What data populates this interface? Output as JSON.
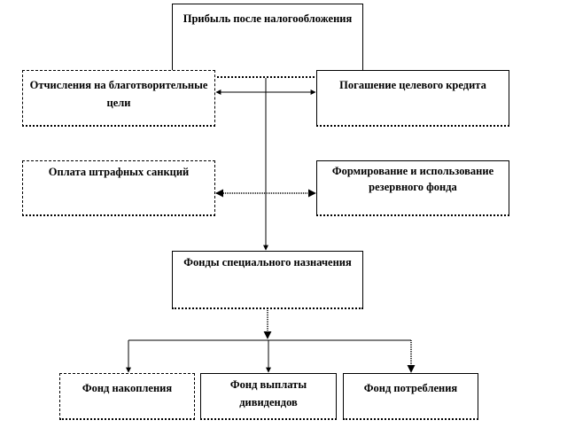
{
  "nodes": {
    "profit": "Прибыль после налогообложения",
    "charity": "Отчисления на благотворительные цели",
    "loan": "Погашение целевого кредита",
    "fines": "Оплата штрафных  санкций",
    "reserve": "Формирование  и использование резервного фонда",
    "special": "Фонды  специального назначения",
    "accumulation": "Фонд накопления",
    "dividends": "Фонд выплаты дивидендов",
    "consumption": "Фонд потребления"
  }
}
